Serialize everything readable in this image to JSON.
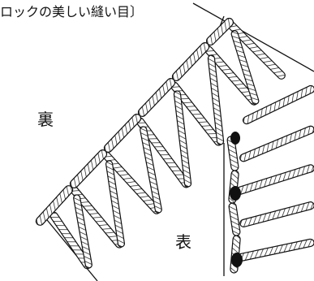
{
  "caption": "ロックの美しい縫い目〕",
  "labels": {
    "back": "裏",
    "front": "表"
  }
}
